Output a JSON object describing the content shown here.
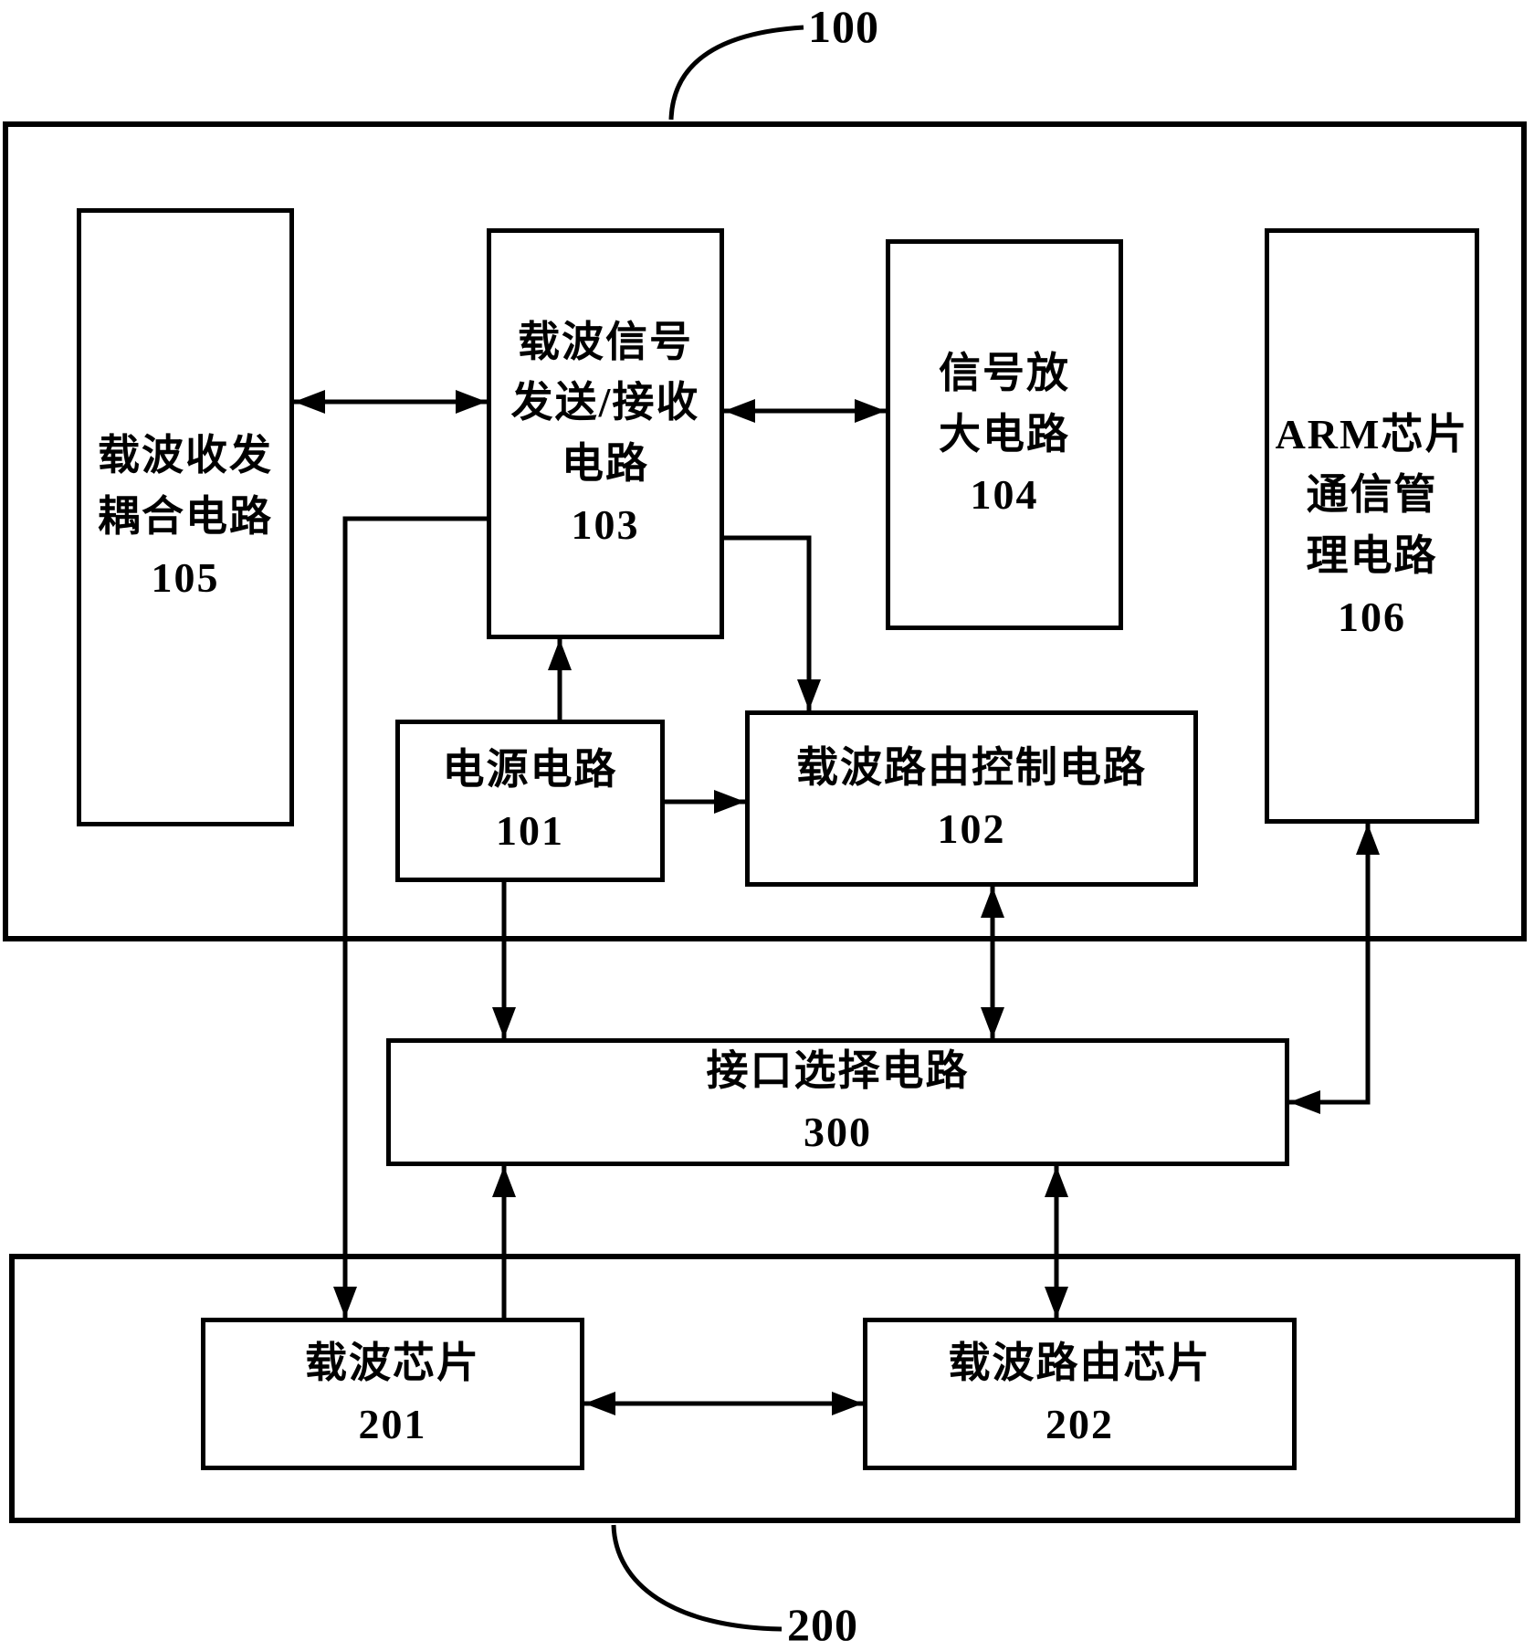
{
  "figure": {
    "outer_system_label": "100",
    "bottom_system_label": "200"
  },
  "boxes": {
    "b105": {
      "label": "载波收发\n耦合电路\n105"
    },
    "b103": {
      "label": "载波信号\n发送/接收\n电路\n103"
    },
    "b104": {
      "label": "信号放\n大电路\n104"
    },
    "b106": {
      "label": "ARM芯片\n通信管\n理电路\n106"
    },
    "b101": {
      "label": "电源电路\n101"
    },
    "b102": {
      "label": "载波路由控制电路\n102"
    },
    "b300": {
      "label": "接口选择电路\n300"
    },
    "b201": {
      "label": "载波芯片\n201"
    },
    "b202": {
      "label": "载波路由芯片\n202"
    }
  },
  "colors": {
    "line": "#000000",
    "background": "#ffffff"
  }
}
